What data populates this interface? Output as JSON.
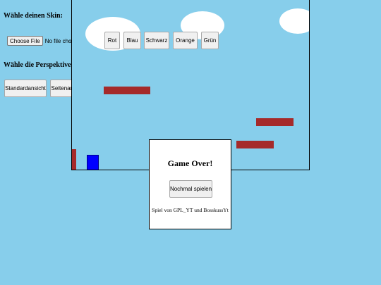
{
  "sidebar": {
    "skin_heading": "Wähle deinen Skin:",
    "file_button_label": "Choose File",
    "file_status": "No file chosen",
    "perspective_heading": "Wähle die Perspektive:",
    "perspective_buttons": [
      "Standardansicht",
      "Seitenansicht"
    ]
  },
  "color_buttons": [
    "Rot",
    "Blau",
    "Schwarz",
    "Orange",
    "Grün"
  ],
  "game": {
    "cloud_color": "#ffffff",
    "platform_color": "#a52a2a",
    "player_color": "#0000ff"
  },
  "game_over": {
    "title": "Game Over!",
    "restart_label": "Nochmal spielen",
    "credit": "Spiel von GPL_YT und BosskussYt"
  }
}
